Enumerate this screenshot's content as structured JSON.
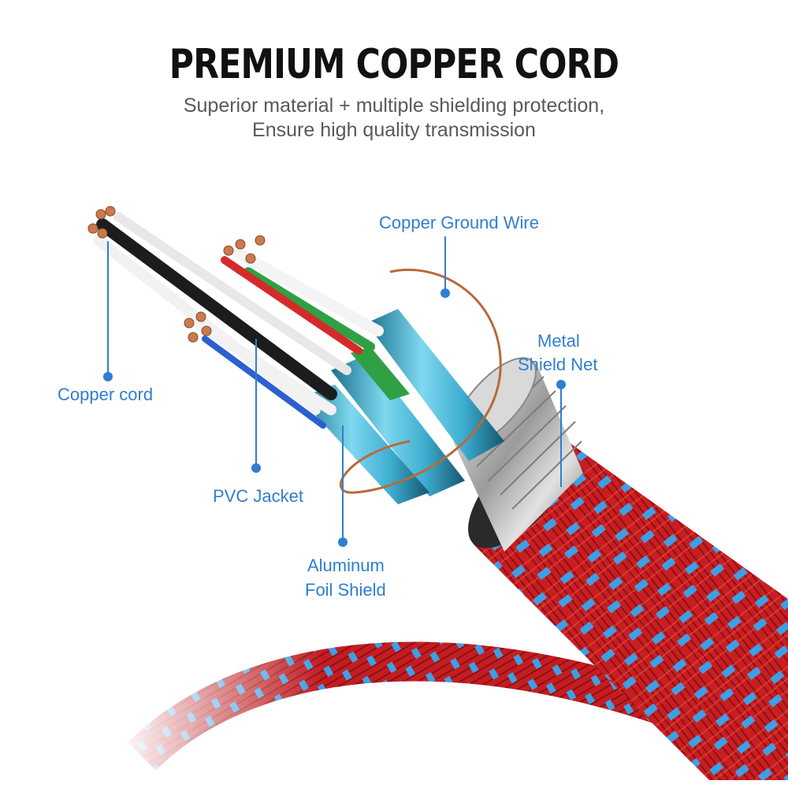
{
  "header": {
    "title": "PREMIUM COPPER CORD",
    "subtitle_line1": "Superior material + multiple shielding protection,",
    "subtitle_line2": "Ensure high quality transmission"
  },
  "labels": {
    "copper_ground_wire": "Copper Ground Wire",
    "metal_shield_net_line1": "Metal",
    "metal_shield_net_line2": "Shield Net",
    "copper_cord": "Copper cord",
    "pvc_jacket": "PVC Jacket",
    "aluminum_foil_line1": "Aluminum",
    "aluminum_foil_line2": "Foil Shield"
  },
  "colors": {
    "label_blue": "#2f7fd0",
    "braid_red": "#d42222",
    "braid_blue": "#3aa0e8",
    "foil_cyan": "#5fc7e4",
    "copper": "#c97a4e"
  }
}
